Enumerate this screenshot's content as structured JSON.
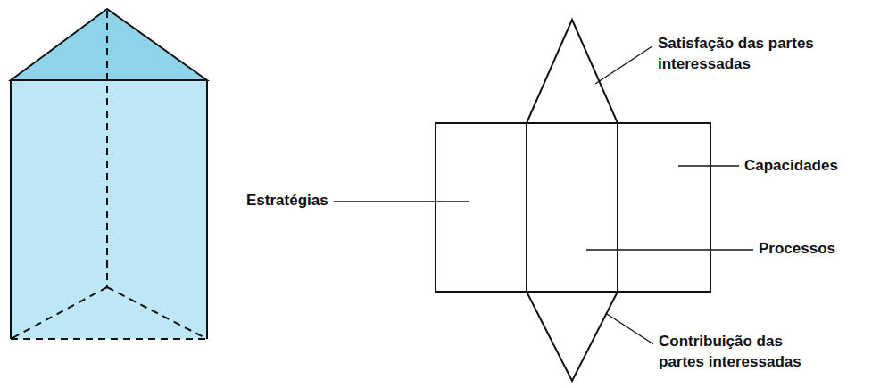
{
  "diagram": {
    "labels": [
      "Satisfação das partes interessadas",
      "Estratégias",
      "Capacidades",
      "Processos",
      "Contribuição das partes interessadas"
    ]
  }
}
